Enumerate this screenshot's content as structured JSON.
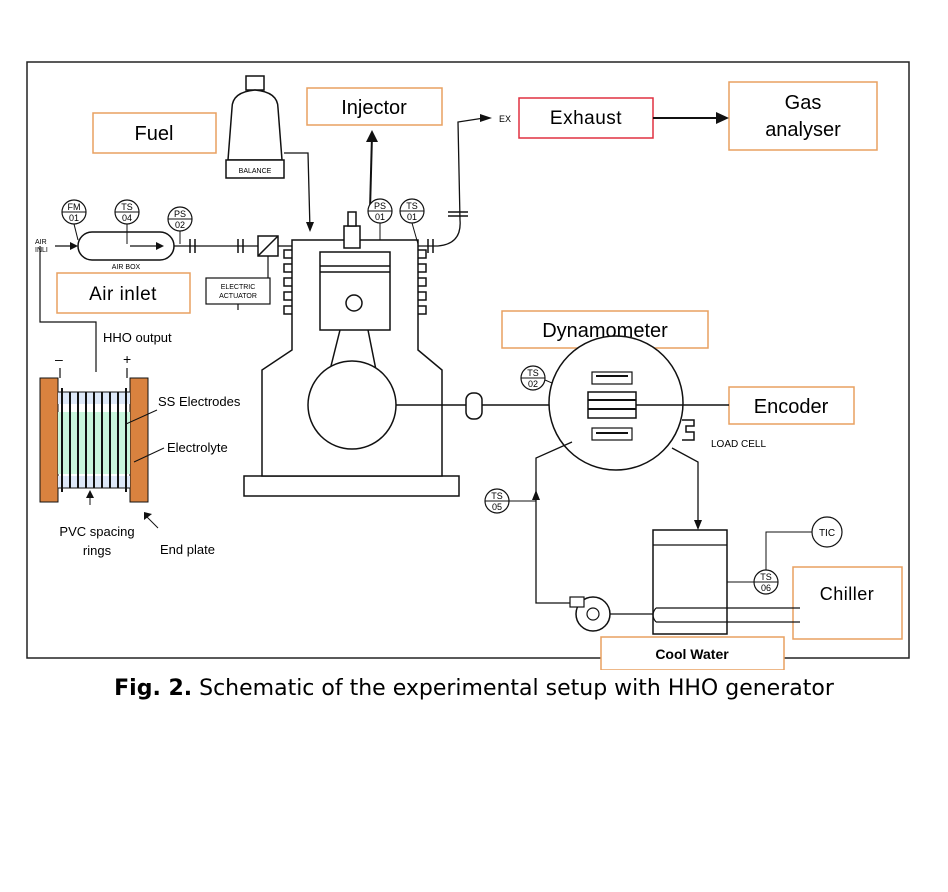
{
  "labels": {
    "fuel": "Fuel",
    "injector": "Injector",
    "exhaust": "Exhaust",
    "exhaust_stub": "EX",
    "gas_analyser_line1": "Gas",
    "gas_analyser_line2": "analyser",
    "air_inlet": "Air inlet",
    "air_inlet_small1": "AIR",
    "air_inlet_small2": "INLI",
    "air_box": "AIR BOX",
    "balance": "BALANCE",
    "electric_actuator_line1": "ELECTRIC",
    "electric_actuator_line2": "ACTUATOR",
    "hho_output": "HHO output",
    "minus": "–",
    "plus": "+",
    "ss_electrodes": "SS Electrodes",
    "electrolyte": "Electrolyte",
    "pvc_line1": "PVC spacing",
    "pvc_line2": "rings",
    "end_plate": "End plate",
    "dynamometer": "Dynamometer",
    "encoder": "Encoder",
    "load_cell": "LOAD CELL",
    "chiller": "Chiller",
    "cool_water": "Cool Water",
    "tic": "TIC"
  },
  "instruments": {
    "fm01": {
      "top": "FM",
      "bottom": "01"
    },
    "ts04": {
      "top": "TS",
      "bottom": "04"
    },
    "ps02": {
      "top": "PS",
      "bottom": "02"
    },
    "ps01": {
      "top": "PS",
      "bottom": "01"
    },
    "ts01": {
      "top": "TS",
      "bottom": "01"
    },
    "ts02": {
      "top": "TS",
      "bottom": "02"
    },
    "ts05": {
      "top": "TS",
      "bottom": "05"
    },
    "ts06": {
      "top": "TS",
      "bottom": "06"
    }
  },
  "caption": {
    "prefix": "Fig. 2.",
    "text": " Schematic of the experimental setup with HHO generator"
  },
  "colors": {
    "label_box_border": "#e8a060",
    "exhaust_border": "#e03040",
    "end_plate": "#d9823f",
    "electrolyte": "#c8f5dc",
    "electrode_gap": "#dde8f8"
  }
}
